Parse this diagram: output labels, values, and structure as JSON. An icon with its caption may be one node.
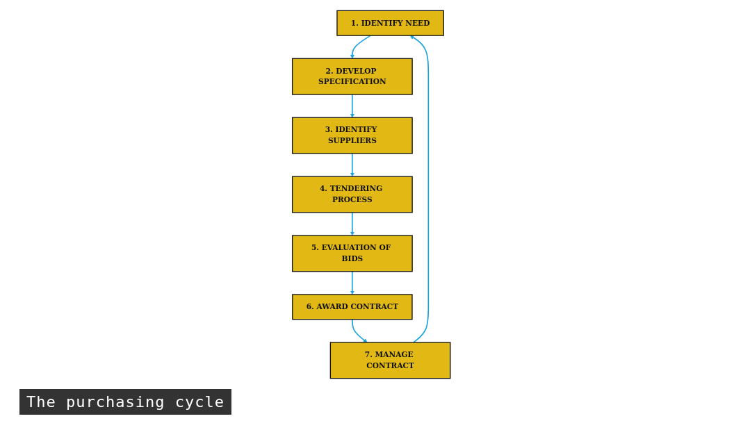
{
  "diagram": {
    "caption": "The purchasing cycle",
    "nodes": [
      {
        "text": [
          "1. IDENTIFY NEED"
        ]
      },
      {
        "text": [
          "2. DEVELOP SPECIFICATION"
        ]
      },
      {
        "text": [
          "3. IDENTIFY SUPPLIERS"
        ]
      },
      {
        "text": [
          "4. TENDERING PROCESS"
        ]
      },
      {
        "text": [
          "5. EVALUATION OF BIDS"
        ]
      },
      {
        "text": [
          "6. AWARD CONTRACT"
        ]
      },
      {
        "text": [
          "7. MANAGE CONTRACT"
        ]
      }
    ],
    "edges": [
      {
        "from": 0,
        "to": 1,
        "arrow": "to"
      },
      {
        "from": 1,
        "to": 2,
        "arrow": "to"
      },
      {
        "from": 2,
        "to": 3,
        "arrow": "to"
      },
      {
        "from": 3,
        "to": 4,
        "arrow": "to"
      },
      {
        "from": 4,
        "to": 5,
        "arrow": "to"
      },
      {
        "from": 5,
        "to": 6,
        "arrow": "to"
      },
      {
        "from": 6,
        "to": 0,
        "arrow": "to"
      }
    ]
  }
}
